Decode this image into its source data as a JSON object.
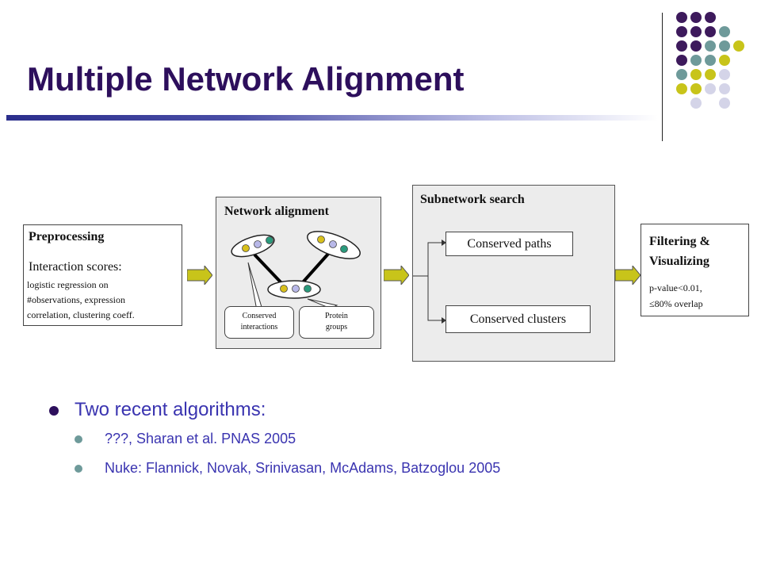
{
  "slide": {
    "title": "Multiple Network Alignment"
  },
  "diagram": {
    "preprocessing": {
      "heading": "Preprocessing",
      "line1": "Interaction scores:",
      "line2": "logistic regression on",
      "line3": "#observations, expression",
      "line4": "correlation, clustering coeff."
    },
    "network_alignment": {
      "heading": "Network alignment",
      "callout_conserved_line1": "Conserved",
      "callout_conserved_line2": "interactions",
      "callout_protein_line1": "Protein",
      "callout_protein_line2": "groups"
    },
    "subnetwork_search": {
      "heading": "Subnetwork search",
      "paths": "Conserved paths",
      "clusters": "Conserved clusters"
    },
    "filtering": {
      "heading_line1": "Filtering &",
      "heading_line2": "Visualizing",
      "detail_line1": "p-value<0.01,",
      "detail_line2": "≤80% overlap"
    },
    "colors": {
      "arrow_fill": "#c8c41a",
      "node_yellow": "#d8c01c",
      "node_lavender": "#b8b8e8",
      "node_teal": "#2a9a7c"
    }
  },
  "bullets": {
    "main": "Two recent algorithms:",
    "sub1": "???, Sharan et al. PNAS 2005",
    "sub2": "Nuke: Flannick, Novak, Srinivasan, McAdams, Batzoglou 2005"
  },
  "decor": {
    "dot_colors": [
      "#3d1a5c",
      "#6e9a9a",
      "#c8c41a",
      "#d4d4e8"
    ]
  }
}
